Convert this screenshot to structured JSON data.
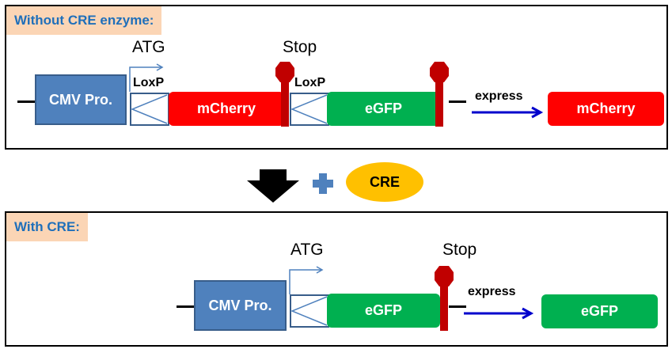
{
  "top": {
    "title": "Without CRE enzyme:",
    "atg": "ATG",
    "stop": "Stop",
    "loxp_1": "LoxP",
    "loxp_2": "LoxP",
    "cmv": "CMV Pro.",
    "mcherry": "mCherry",
    "egfp": "eGFP",
    "express": "express",
    "result": "mCherry"
  },
  "middle": {
    "cre": "CRE"
  },
  "bottom": {
    "title": "With CRE:",
    "atg": "ATG",
    "stop": "Stop",
    "cmv": "CMV Pro.",
    "egfp": "eGFP",
    "express": "express",
    "result": "eGFP"
  },
  "colors": {
    "title_bg": "#fbd5b5",
    "title_text": "#1f6fba",
    "promoter": "#4f81bd",
    "mcherry": "#ff0000",
    "egfp": "#00b050",
    "terminator": "#c00000",
    "express_arrow": "#0000cc",
    "cre": "#ffc000",
    "plus": "#4f81bd"
  },
  "icons": [
    "promoter-arrow-icon",
    "loxp-triangle-icon",
    "terminator-icon",
    "express-arrow-icon",
    "down-arrow-icon",
    "plus-icon"
  ]
}
